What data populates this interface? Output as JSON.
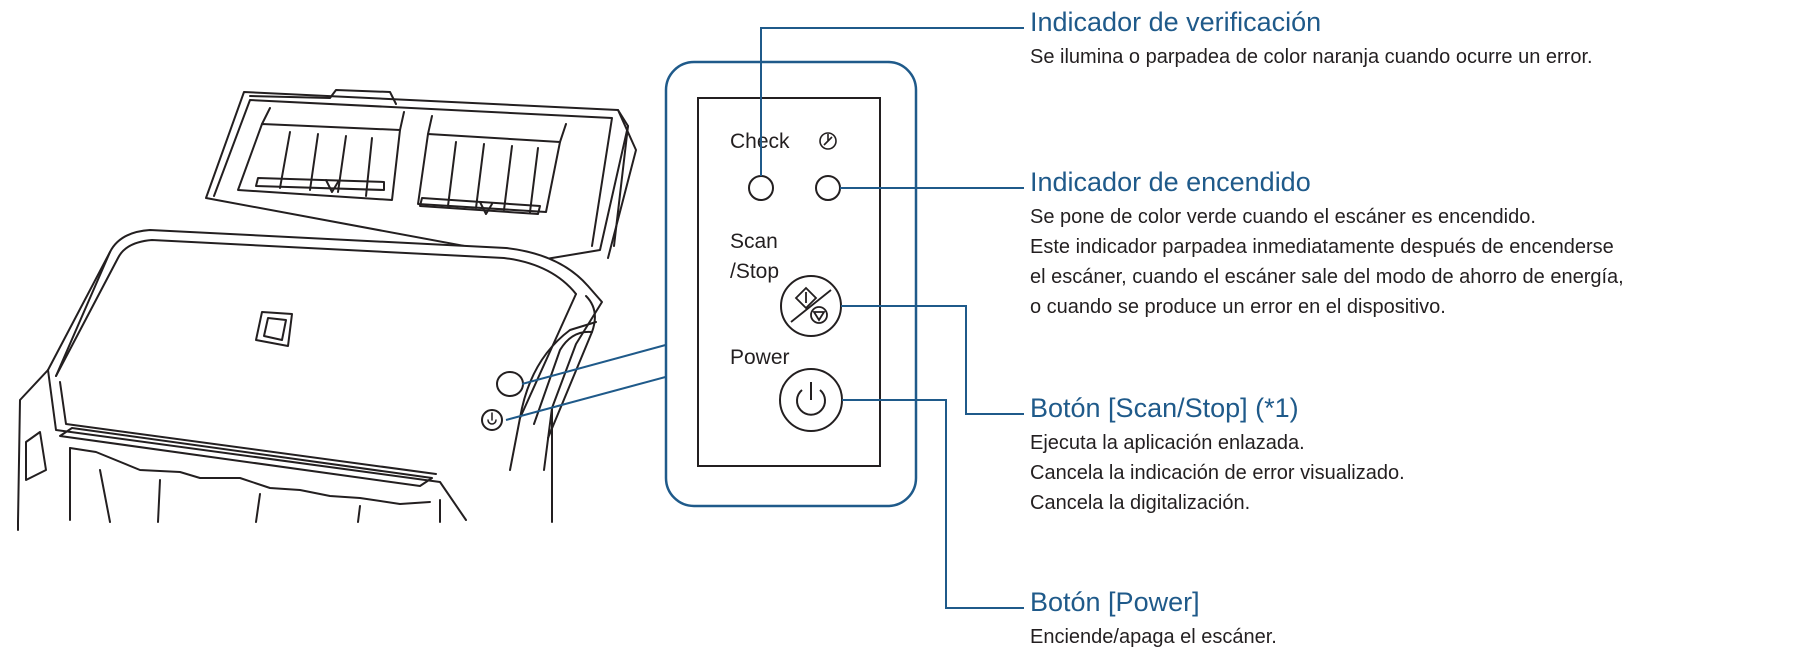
{
  "panel": {
    "check_label": "Check",
    "scan_label_1": "Scan",
    "scan_label_2": "/Stop",
    "power_label": "Power"
  },
  "callouts": {
    "check_indicator": {
      "title": "Indicador de verificación",
      "lines": [
        "Se ilumina o parpadea de color naranja cuando ocurre un error."
      ]
    },
    "power_indicator": {
      "title": "Indicador de encendido",
      "lines": [
        "Se pone de color verde cuando el escáner es encendido.",
        "Este indicador parpadea inmediatamente después de encenderse",
        "el escáner, cuando el escáner sale del modo de ahorro de energía,",
        "o cuando se produce un error en el dispositivo."
      ]
    },
    "scan_button": {
      "title": "Botón [Scan/Stop] (*1)",
      "lines": [
        "Ejecuta la aplicación enlazada.",
        "Cancela la indicación de error visualizado.",
        "Cancela la digitalización."
      ]
    },
    "power_button": {
      "title": "Botón [Power]",
      "lines": [
        "Enciende/apaga el escáner."
      ]
    }
  },
  "colors": {
    "callout_title": "#1f5a8a",
    "leader_line": "#1f5a8a",
    "panel_border": "#1f5a8a",
    "drawing": "#231f20"
  },
  "icons": [
    "power-symbol-icon",
    "scan-stop-icon",
    "power-button-icon"
  ]
}
